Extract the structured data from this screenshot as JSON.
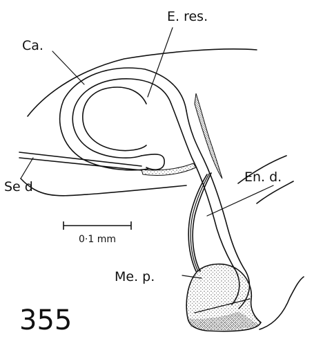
{
  "figure": {
    "number": "355",
    "labels": {
      "ca": "Ca.",
      "e_res": "E. res.",
      "en_d": "En. d.",
      "se_d": "Se d",
      "me_p": "Me. p."
    },
    "scale_bar": "0·1 mm"
  }
}
